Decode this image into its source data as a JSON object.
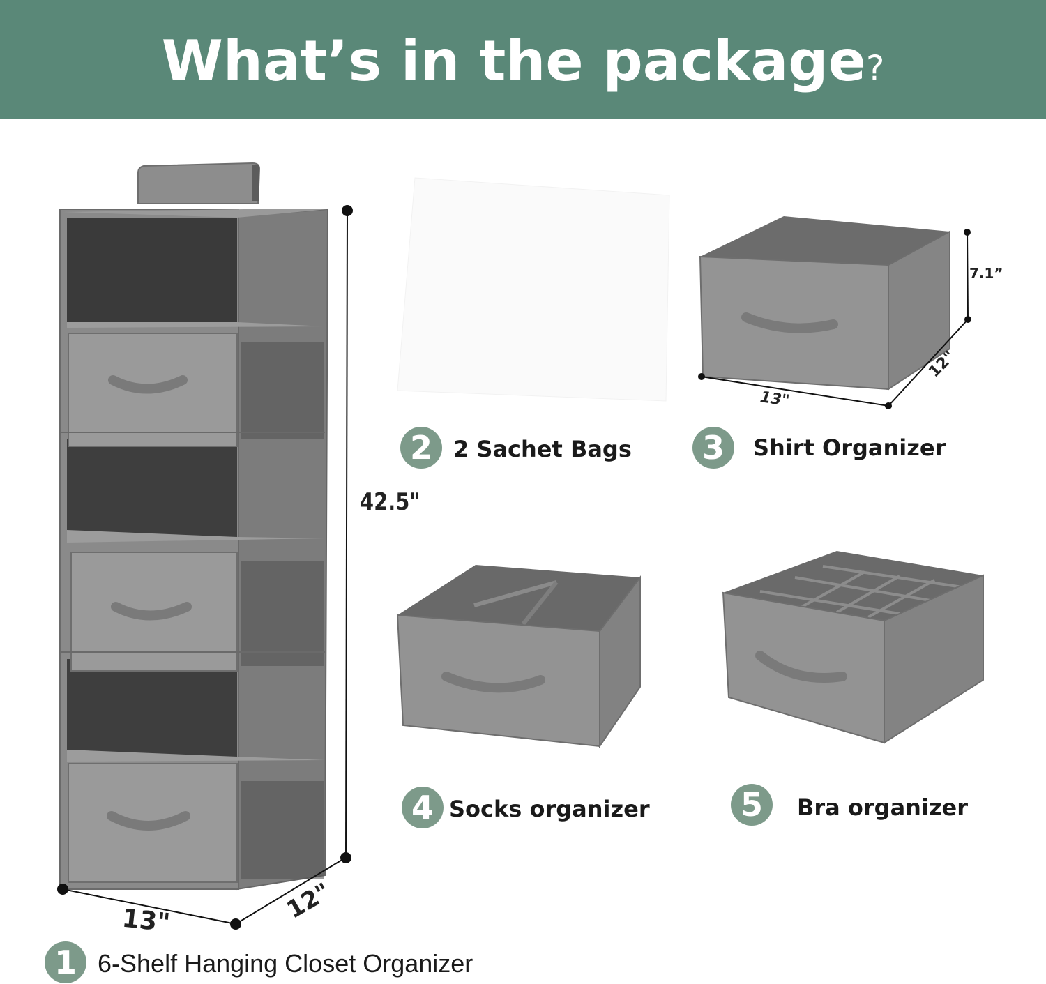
{
  "header": {
    "title": "What’s in the package",
    "question_mark": "?"
  },
  "items": [
    {
      "number": "1",
      "label": "6-Shelf Hanging Closet Organizer"
    },
    {
      "number": "2",
      "label": "2 Sachet Bags"
    },
    {
      "number": "3",
      "label": "Shirt Organizer"
    },
    {
      "number": "4",
      "label": "Socks organizer"
    },
    {
      "number": "5",
      "label": "Bra organizer"
    }
  ],
  "dimensions": {
    "closet_height": "42.5\"",
    "closet_width": "13\"",
    "closet_depth": "12\"",
    "shirt_height": "7.1”",
    "shirt_width": "13\"",
    "shirt_depth": "12\""
  },
  "colors": {
    "banner": "#5a8878",
    "badge": "#7d9a8a",
    "fabric": "#8e8e8e"
  }
}
